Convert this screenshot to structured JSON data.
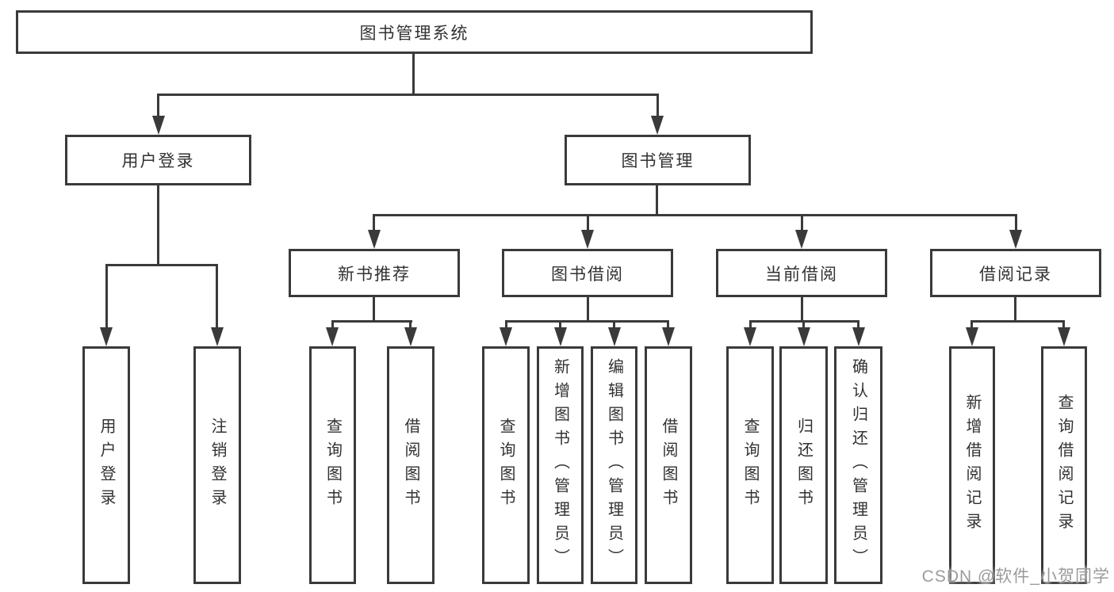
{
  "colors": {
    "line": "#3a3a3a",
    "box_border": "#3a3a3a",
    "text": "#323232",
    "watermark": "#9b9b9b",
    "background": "#ffffff"
  },
  "tree": {
    "root": "图书管理系统",
    "branches": [
      {
        "label": "用户登录",
        "children": [
          "用户登录",
          "注销登录"
        ]
      },
      {
        "label": "图书管理",
        "groups": [
          {
            "label": "新书推荐",
            "children": [
              "查询图书",
              "借阅图书"
            ]
          },
          {
            "label": "图书借阅",
            "children": [
              "查询图书",
              "新增图书（管理员）",
              "编辑图书（管理员）",
              "借阅图书"
            ]
          },
          {
            "label": "当前借阅",
            "children": [
              "查询图书",
              "归还图书",
              "确认归还（管理员）"
            ]
          },
          {
            "label": "借阅记录",
            "children": [
              "新增借阅记录",
              "查询借阅记录"
            ]
          }
        ]
      }
    ]
  },
  "watermark": {
    "text": "CSDN @软件_小贺同学"
  }
}
